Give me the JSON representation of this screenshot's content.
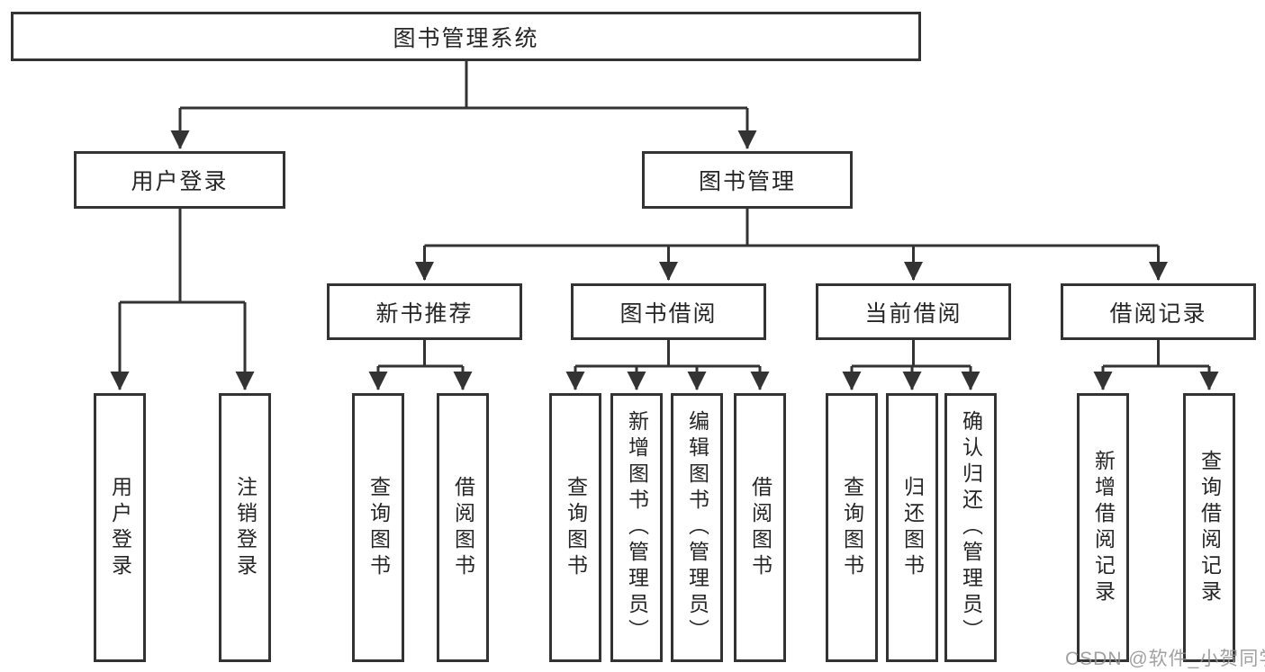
{
  "colors": {
    "line": "#333333",
    "box_border": "#333333",
    "box_background": "#ffffff",
    "text": "#262626",
    "watermark": "#919191"
  },
  "watermark": {
    "text": "CSDN @软件_小贺同学"
  },
  "tree": {
    "root": {
      "label": "图书管理系统",
      "children": [
        {
          "label": "用户登录",
          "children": [
            {
              "label": "用户登录"
            },
            {
              "label": "注销登录"
            }
          ]
        },
        {
          "label": "图书管理",
          "children": [
            {
              "label": "新书推荐",
              "children": [
                {
                  "label": "查询图书"
                },
                {
                  "label": "借阅图书"
                }
              ]
            },
            {
              "label": "图书借阅",
              "children": [
                {
                  "label": "查询图书"
                },
                {
                  "label": "新增图书（管理员）"
                },
                {
                  "label": "编辑图书（管理员）"
                },
                {
                  "label": "借阅图书"
                }
              ]
            },
            {
              "label": "当前借阅",
              "children": [
                {
                  "label": "查询图书"
                },
                {
                  "label": "归还图书"
                },
                {
                  "label": "确认归还（管理员）"
                }
              ]
            },
            {
              "label": "借阅记录",
              "children": [
                {
                  "label": "新增借阅记录"
                },
                {
                  "label": "查询借阅记录"
                }
              ]
            }
          ]
        }
      ]
    }
  }
}
